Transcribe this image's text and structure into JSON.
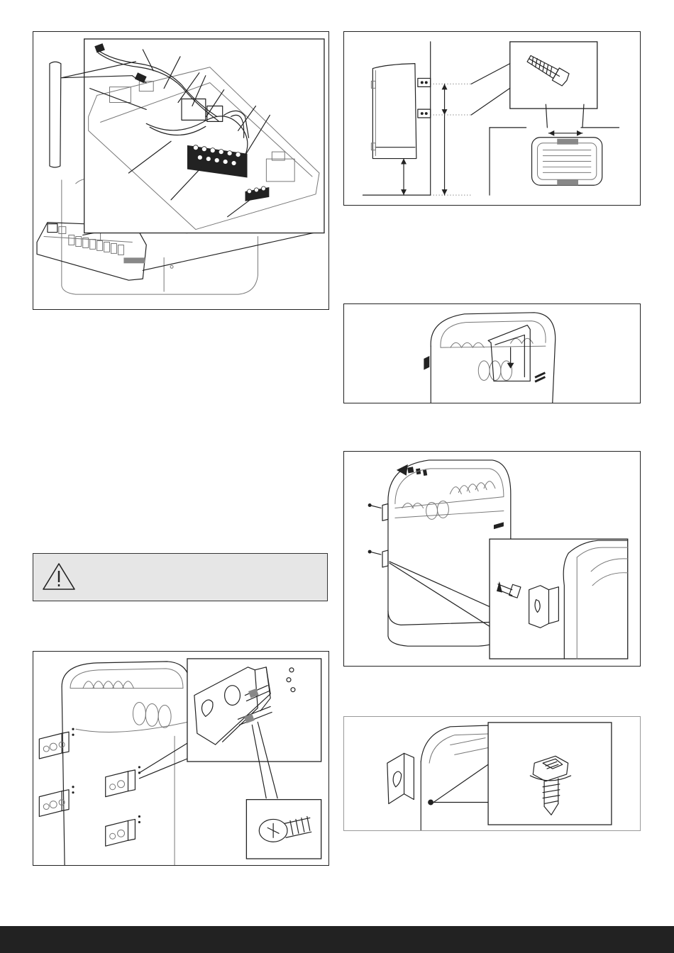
{
  "page": {
    "background": "#ffffff",
    "footer_color": "#222222",
    "warning_background": "#e6e6e6"
  },
  "figures": [
    {
      "id": "wiring-figure",
      "icon": "control-board-illustration"
    },
    {
      "id": "wall-mount-dimensions-figure",
      "icon": "wall-mount-screw-illustration"
    },
    {
      "id": "cover-removal-figure",
      "icon": "heater-top-illustration"
    },
    {
      "id": "heater-hanging-figure",
      "icon": "heater-hanging-illustration"
    },
    {
      "id": "bracket-fastening-figure",
      "icon": "mounting-bracket-illustration"
    },
    {
      "id": "locking-screw-figure",
      "icon": "locking-screw-illustration"
    }
  ],
  "warning": {
    "icon": "warning-triangle-icon"
  }
}
